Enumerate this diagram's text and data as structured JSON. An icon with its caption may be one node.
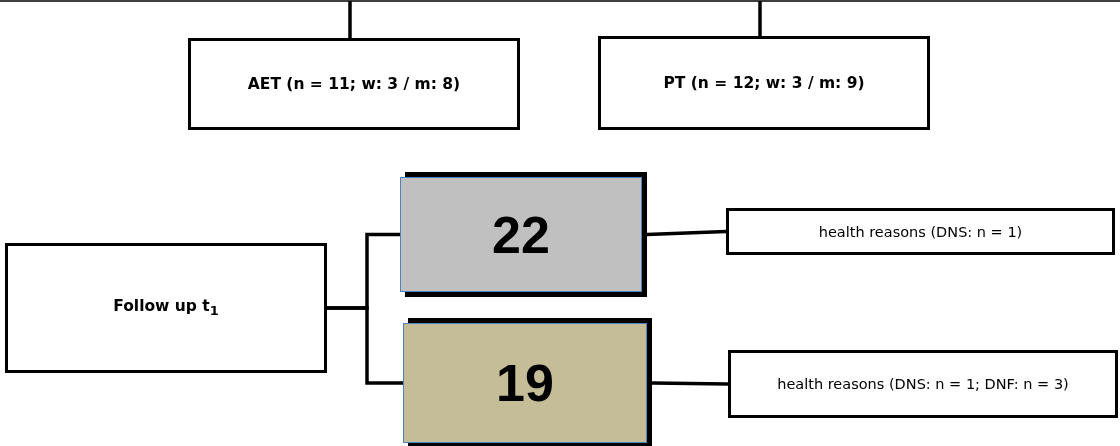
{
  "diagram": {
    "nodes": [
      {
        "text": [
          "AET (n = 11; w: 3 / m: 8)"
        ]
      },
      {
        "text": [
          "PT (n = 12; w: 3 / m: 9)"
        ]
      },
      {
        "text": [
          "Follow up t$_{1}$"
        ]
      },
      {
        "text": [
          "22"
        ]
      },
      {
        "text": [
          "19"
        ]
      },
      {
        "text": [
          "health reasons (DNS: n = 1)"
        ]
      },
      {
        "text": [
          "health reasons (DNS: n = 1; DNF: n = 3)"
        ]
      }
    ],
    "edges": [
      {
        "from": null,
        "to": 0,
        "arrow": "none"
      },
      {
        "from": null,
        "to": 1,
        "arrow": "none"
      },
      {
        "from": 2,
        "to": 3,
        "arrow": "none"
      },
      {
        "from": 2,
        "to": 4,
        "arrow": "none"
      },
      {
        "from": 3,
        "to": 5,
        "arrow": "none"
      },
      {
        "from": 4,
        "to": 6,
        "arrow": "none"
      }
    ]
  }
}
